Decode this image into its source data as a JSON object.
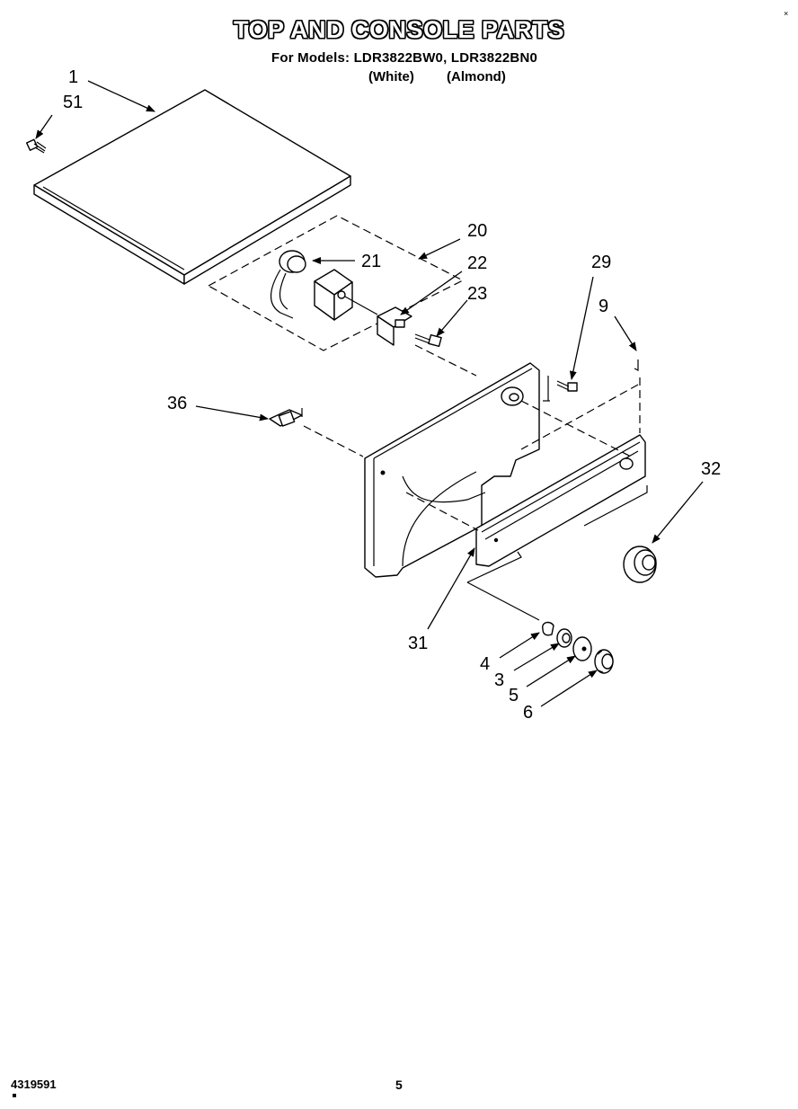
{
  "header": {
    "title": "TOP AND CONSOLE PARTS",
    "models_line": "For Models: LDR3822BW0, LDR3822BN0",
    "variant_white": "(White)",
    "variant_almond": "(Almond)"
  },
  "callouts": {
    "c1": "1",
    "c51": "51",
    "c20": "20",
    "c21": "21",
    "c22": "22",
    "c23": "23",
    "c29": "29",
    "c9": "9",
    "c36": "36",
    "c32": "32",
    "c31": "31",
    "c4": "4",
    "c3": "3",
    "c5": "5",
    "c6": "6"
  },
  "footer": {
    "doc_number": "4319591",
    "page_number": "5"
  },
  "corner_mark": "×"
}
